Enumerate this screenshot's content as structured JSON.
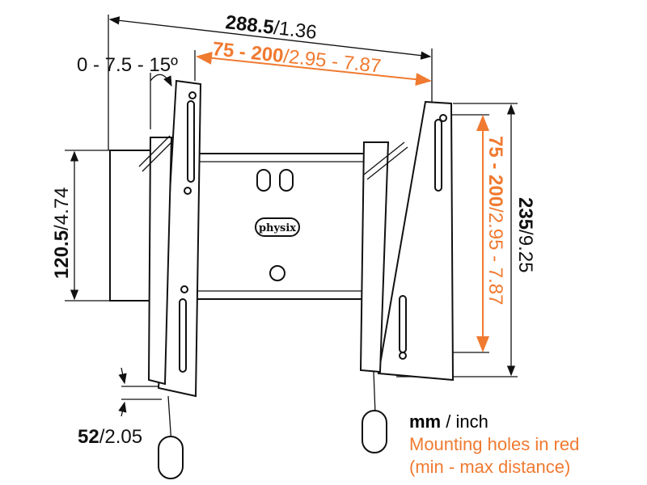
{
  "dimensions": {
    "width": {
      "mm": "288.5",
      "inch": "/1.36"
    },
    "hole_horizontal": {
      "mm": "75 - 200",
      "inch": "/2.95 - 7.87"
    },
    "tilt": "0 - 7.5 - 15º",
    "height_wall_plate": {
      "mm": "120.5",
      "inch": "/4.74"
    },
    "depth": {
      "mm": "52",
      "inch": "/2.05"
    },
    "height_total": {
      "mm": "235",
      "inch": "/9.25"
    },
    "hole_vertical": {
      "mm": "75 - 200",
      "inch": "/2.95 - 7.87"
    }
  },
  "brand": "physix",
  "legend": {
    "units_mm": "mm",
    "units_sep": " / inch",
    "line1": "Mounting holes in red",
    "line2": "(min - max distance)"
  },
  "colors": {
    "accent": "#f07a30",
    "ink": "#111111"
  }
}
